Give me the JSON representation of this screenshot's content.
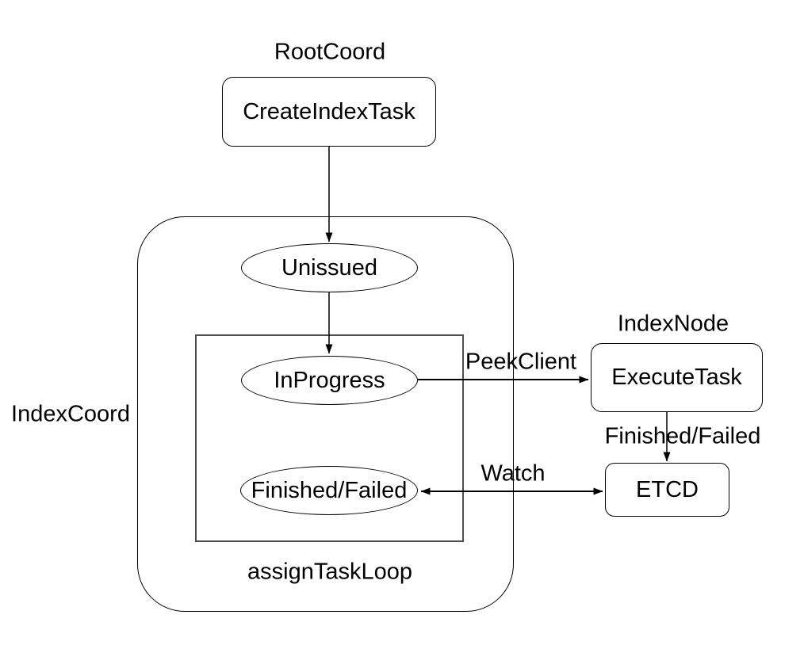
{
  "diagram": {
    "background_color": "#ffffff",
    "stroke_color": "#000000",
    "text_color": "#000000",
    "external_labels": {
      "root_coord": "RootCoord",
      "index_node": "IndexNode",
      "index_coord": "IndexCoord",
      "assign_task_loop": "assignTaskLoop"
    },
    "nodes": {
      "create_index_task": {
        "label": "CreateIndexTask",
        "shape": "rounded-rect"
      },
      "execute_task": {
        "label": "ExecuteTask",
        "shape": "rounded-rect"
      },
      "etcd": {
        "label": "ETCD",
        "shape": "rounded-rect"
      }
    },
    "states": {
      "unissued": {
        "label": "Unissued",
        "shape": "ellipse"
      },
      "in_progress": {
        "label": "InProgress",
        "shape": "ellipse"
      },
      "finished_failed": {
        "label": "Finished/Failed",
        "shape": "ellipse"
      }
    },
    "edges": [
      {
        "from": "create_index_task",
        "to": "unissued",
        "label": "",
        "bidirectional": false
      },
      {
        "from": "unissued",
        "to": "in_progress",
        "label": "",
        "bidirectional": false
      },
      {
        "from": "in_progress",
        "to": "execute_task",
        "label": "PeekClient",
        "bidirectional": false
      },
      {
        "from": "execute_task",
        "to": "etcd",
        "label": "Finished/Failed",
        "bidirectional": false
      },
      {
        "from": "etcd",
        "to": "finished_failed",
        "label": "Watch",
        "bidirectional": true
      }
    ]
  }
}
